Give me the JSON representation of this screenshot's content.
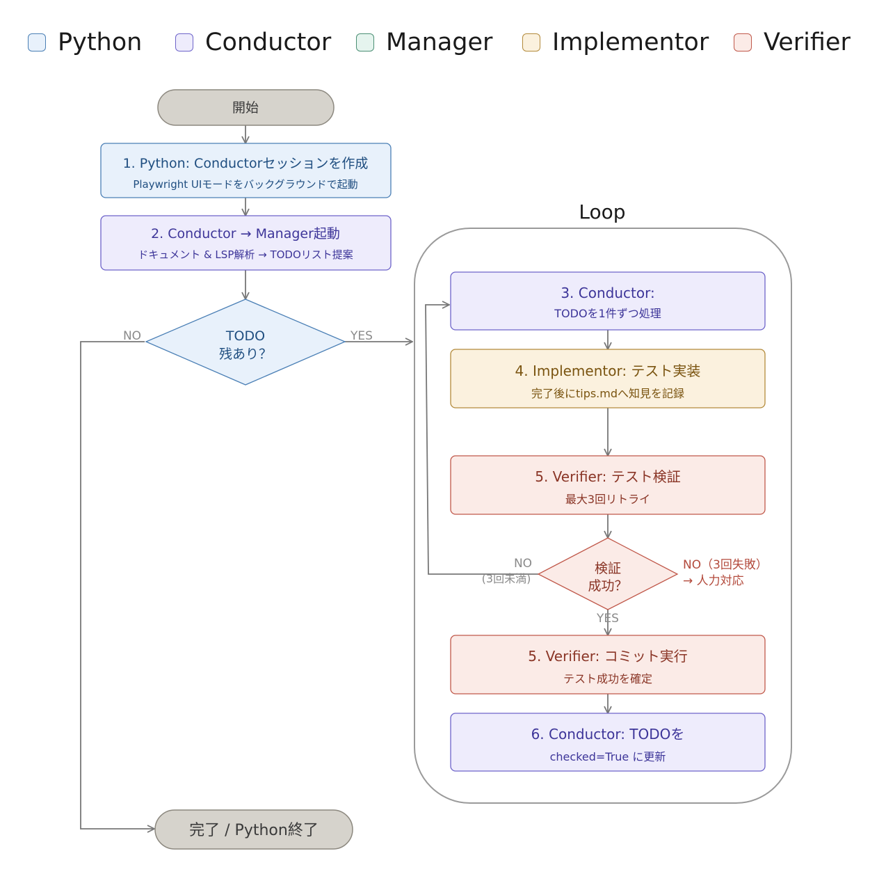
{
  "legend": [
    {
      "label": "Python",
      "fill": "#e8f1fb",
      "stroke": "#4a7fb5"
    },
    {
      "label": "Conductor",
      "fill": "#eeecfc",
      "stroke": "#6d63c9"
    },
    {
      "label": "Manager",
      "fill": "#e5f4ee",
      "stroke": "#4b8f74"
    },
    {
      "label": "Implementor",
      "fill": "#fbf1de",
      "stroke": "#b38a3a"
    },
    {
      "label": "Verifier",
      "fill": "#fbebe7",
      "stroke": "#c0584a"
    }
  ],
  "colors": {
    "terminal_fill": "#d6d3cc",
    "terminal_stroke": "#8c887f",
    "terminal_text": "#3a3a3a",
    "python_text": "#1f4e80",
    "conductor_text": "#3d3599",
    "implementor_text": "#7a5410",
    "verifier_text": "#8a3526",
    "connector": "#777777",
    "label_gray": "#8a8a8a"
  },
  "nodes": {
    "start": {
      "label": "開始"
    },
    "step1": {
      "title": "1. Python: Conductorセッションを作成",
      "subtitle": "Playwright UIモードをバックグラウンドで起動"
    },
    "step2": {
      "title": "2. Conductor → Manager起動",
      "subtitle": "ドキュメント & LSP解析 → TODOリスト提案"
    },
    "decision_todo": {
      "line1": "TODO",
      "line2": "残あり？"
    },
    "loop": {
      "label": "Loop"
    },
    "step3": {
      "title": "3. Conductor:",
      "subtitle": "TODOを1件ずつ処理"
    },
    "step4": {
      "title": "4. Implementor: テスト実装",
      "subtitle": "完了後にtips.mdへ知見を記録"
    },
    "step5a": {
      "title": "5. Verifier: テスト検証",
      "subtitle": "最大3回リトライ"
    },
    "decision_verify": {
      "line1": "検証",
      "line2": "成功？"
    },
    "step5b": {
      "title": "5. Verifier: コミット実行",
      "subtitle": "テスト成功を確定"
    },
    "step6": {
      "title": "6. Conductor: TODOを",
      "subtitle": "checked=True に更新"
    },
    "end": {
      "label": "完了 / Python終了"
    }
  },
  "edge_labels": {
    "todo_no": "NO",
    "todo_yes": "YES",
    "verify_no_retry_1": "NO",
    "verify_no_retry_2": "(3回未満)",
    "verify_no_fail_1": "NO（3回失敗）",
    "verify_no_fail_2": "→ 人力対応",
    "verify_yes": "YES"
  }
}
